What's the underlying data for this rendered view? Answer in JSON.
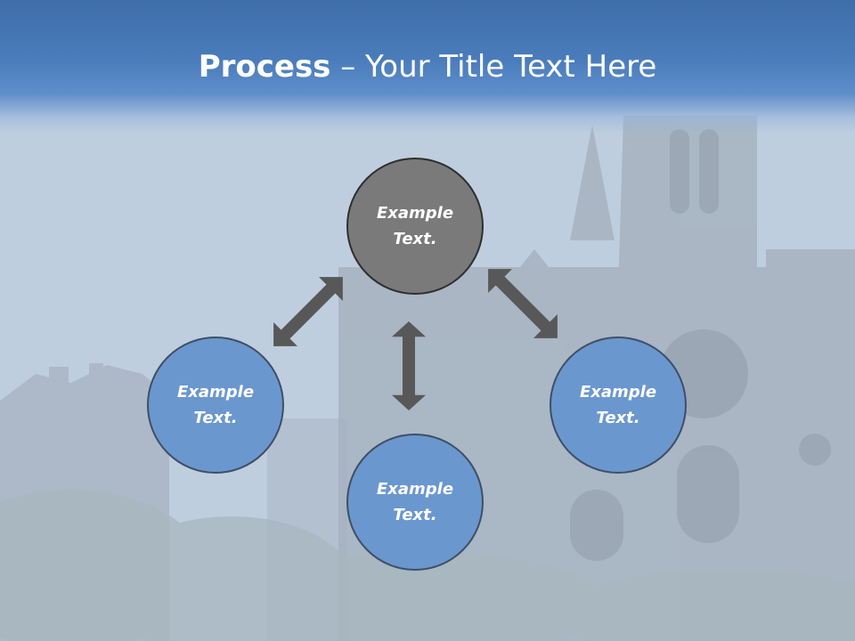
{
  "title": {
    "bold": "Process",
    "rest": " – Your Title Text Here"
  },
  "nodes": [
    {
      "id": "top",
      "label": "Example Text.",
      "color": "#7a7a7a"
    },
    {
      "id": "left",
      "label": "Example Text.",
      "color": "#6b97cf"
    },
    {
      "id": "right",
      "label": "Example Text.",
      "color": "#6b97cf"
    },
    {
      "id": "bottom",
      "label": "Example Text.",
      "color": "#6b97cf"
    }
  ],
  "colors": {
    "header": "#4a7cbc",
    "arrow": "#555555"
  }
}
